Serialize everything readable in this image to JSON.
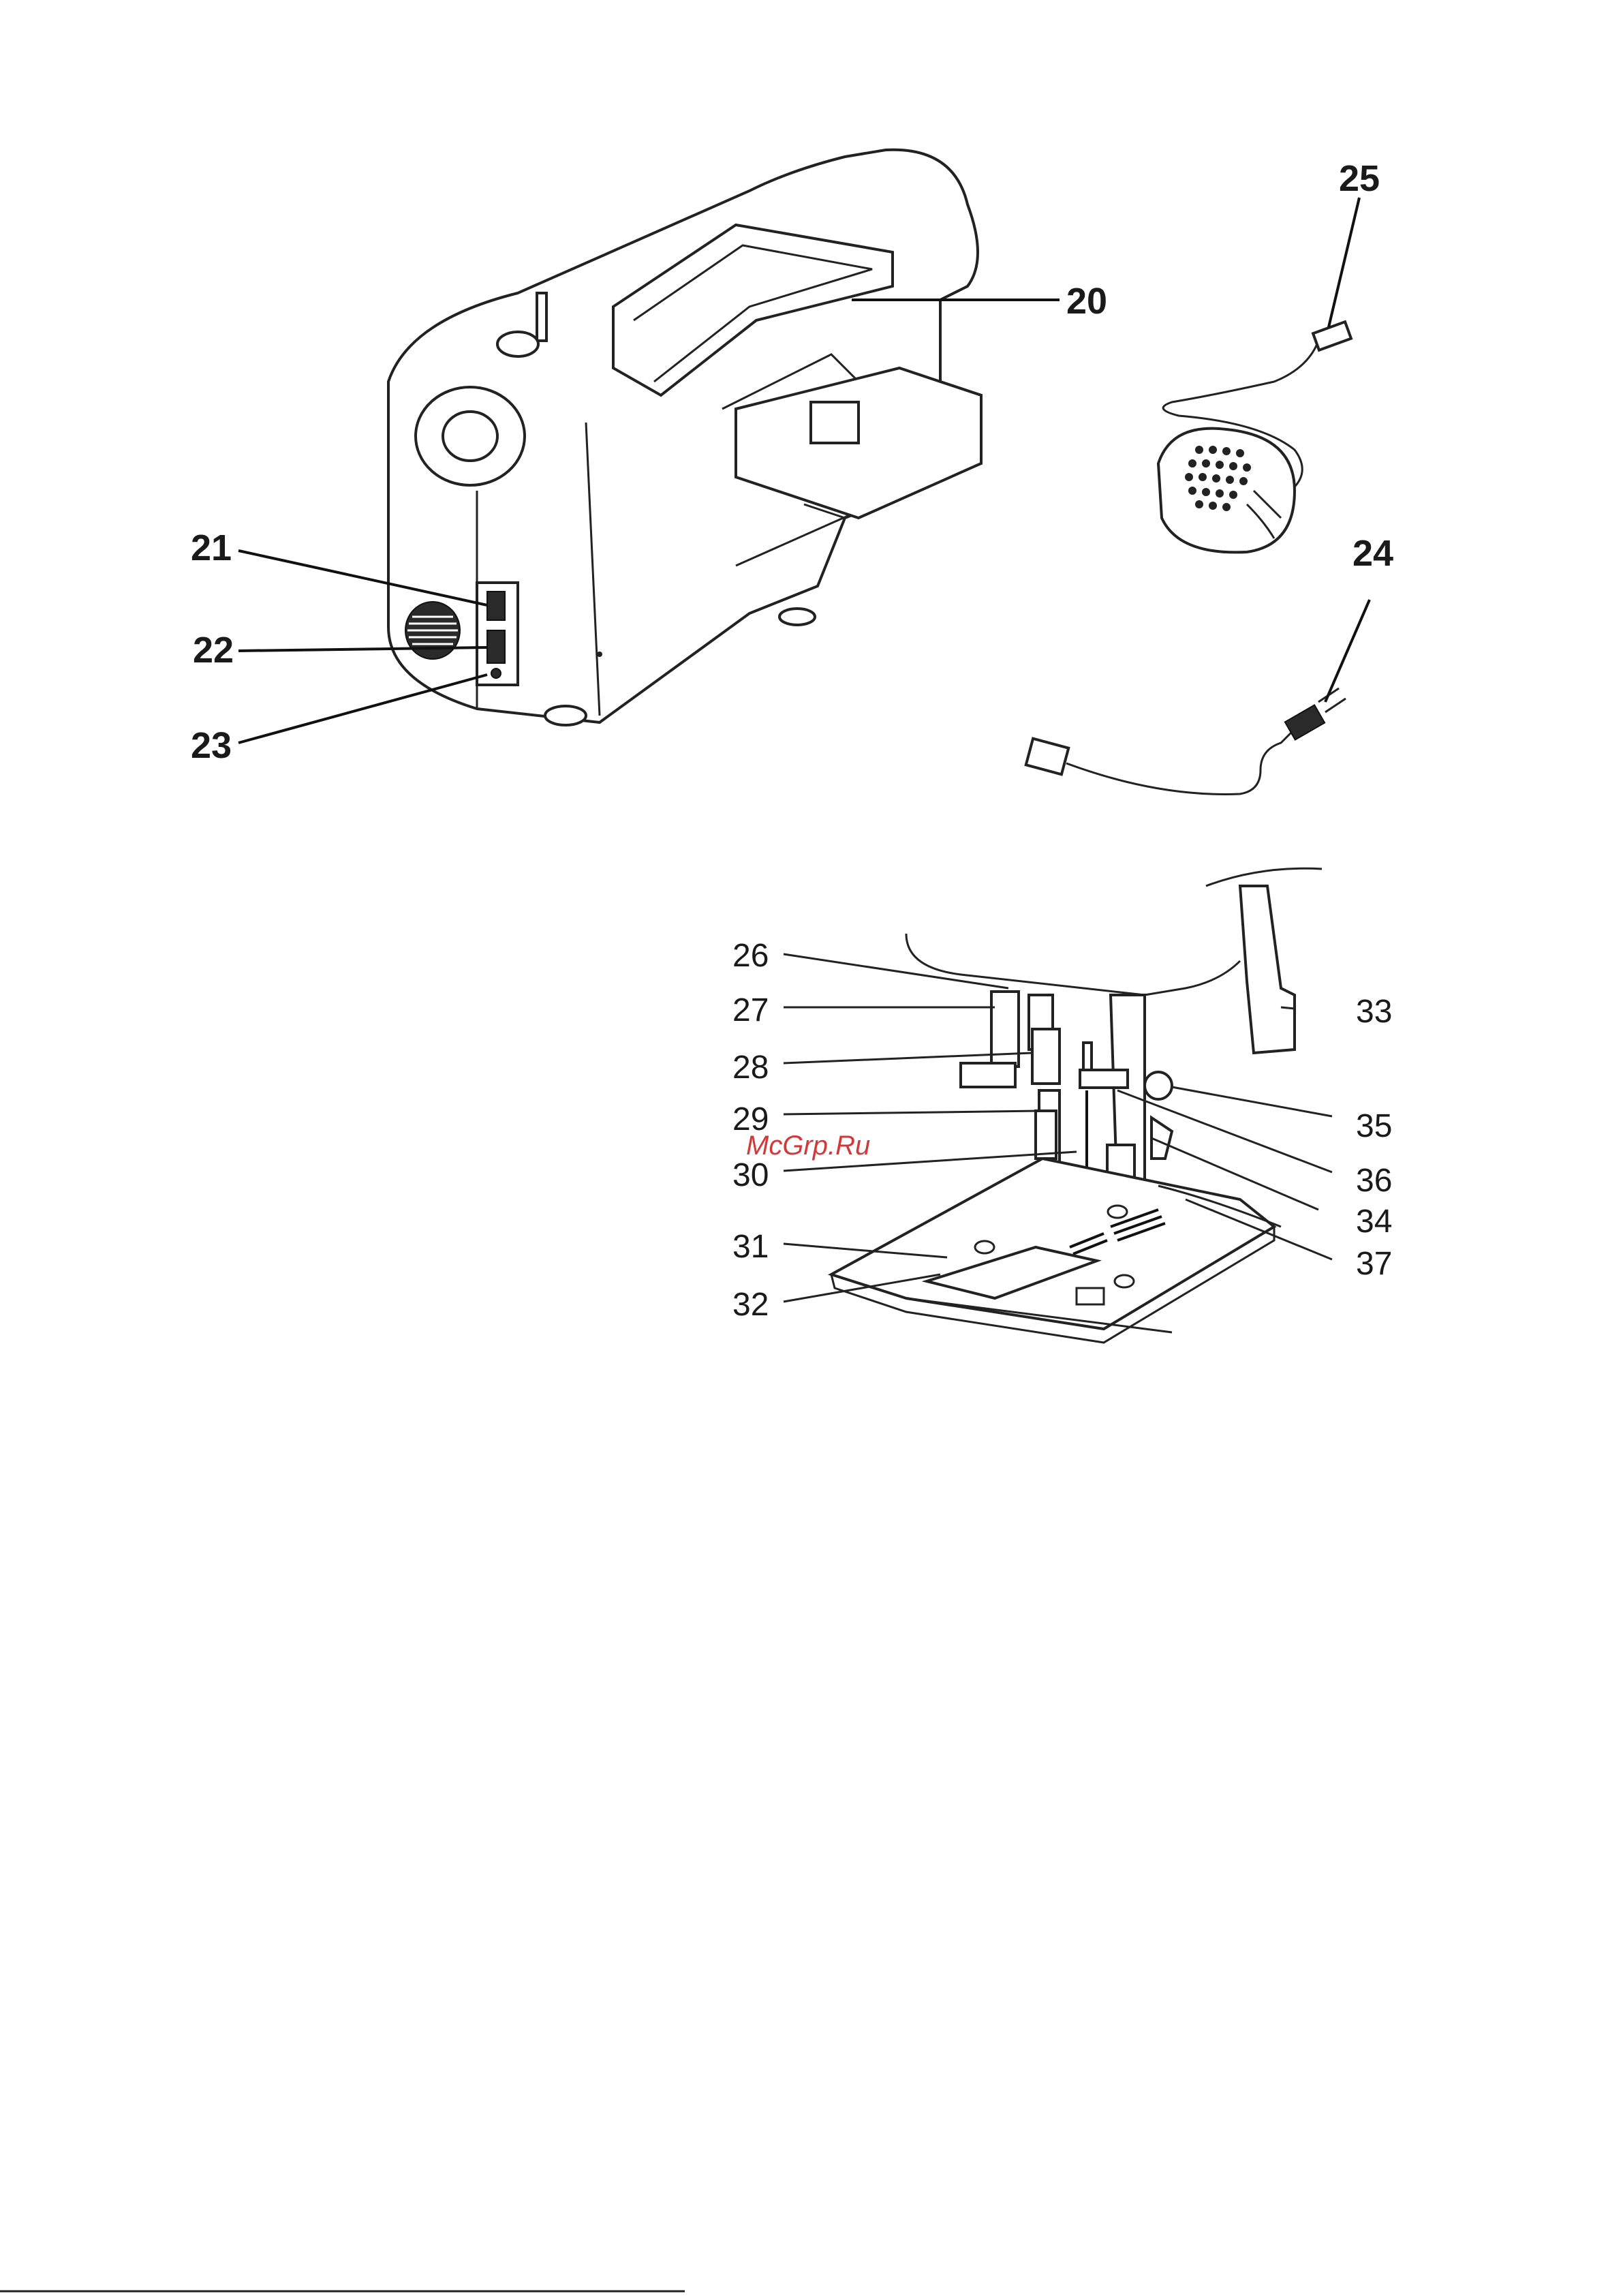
{
  "watermark": "McGrp.Ru",
  "figure_top": {
    "callouts": [
      {
        "id": "c20",
        "text": "20"
      },
      {
        "id": "c21",
        "text": "21"
      },
      {
        "id": "c22",
        "text": "22"
      },
      {
        "id": "c23",
        "text": "23"
      },
      {
        "id": "c24",
        "text": "24"
      },
      {
        "id": "c25",
        "text": "25"
      }
    ]
  },
  "figure_bottom": {
    "callouts_left": [
      {
        "id": "c26",
        "text": "26"
      },
      {
        "id": "c27",
        "text": "27"
      },
      {
        "id": "c28",
        "text": "28"
      },
      {
        "id": "c29",
        "text": "29"
      },
      {
        "id": "c30",
        "text": "30"
      },
      {
        "id": "c31",
        "text": "31"
      },
      {
        "id": "c32",
        "text": "32"
      }
    ],
    "callouts_right": [
      {
        "id": "c33",
        "text": "33"
      },
      {
        "id": "c35",
        "text": "35"
      },
      {
        "id": "c36",
        "text": "36"
      },
      {
        "id": "c34",
        "text": "34"
      },
      {
        "id": "c37",
        "text": "37"
      }
    ]
  }
}
